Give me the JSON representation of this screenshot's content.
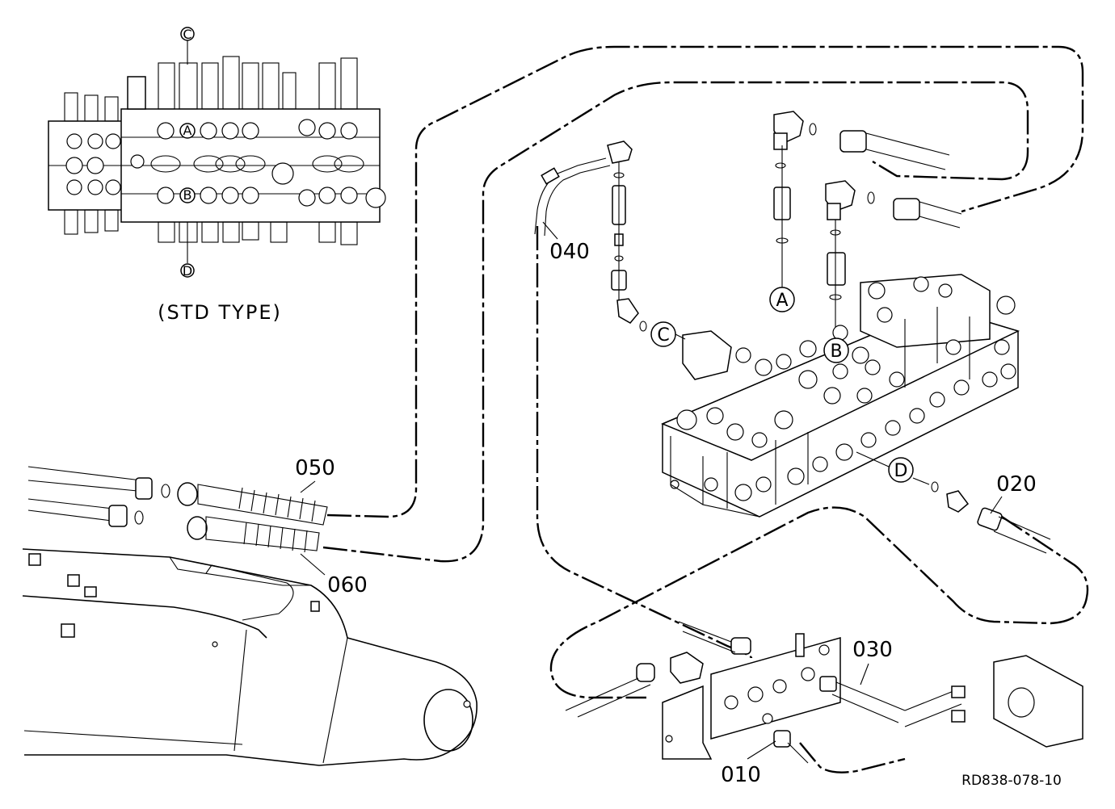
{
  "diagram": {
    "inset_caption": "(STD TYPE)",
    "drawing_code": "RD838-078-10",
    "part_labels": [
      "010",
      "020",
      "030",
      "040",
      "050",
      "060"
    ],
    "port_markers": [
      "A",
      "B",
      "C",
      "D"
    ],
    "inset_port_markers": [
      "A",
      "B",
      "C",
      "D"
    ]
  }
}
